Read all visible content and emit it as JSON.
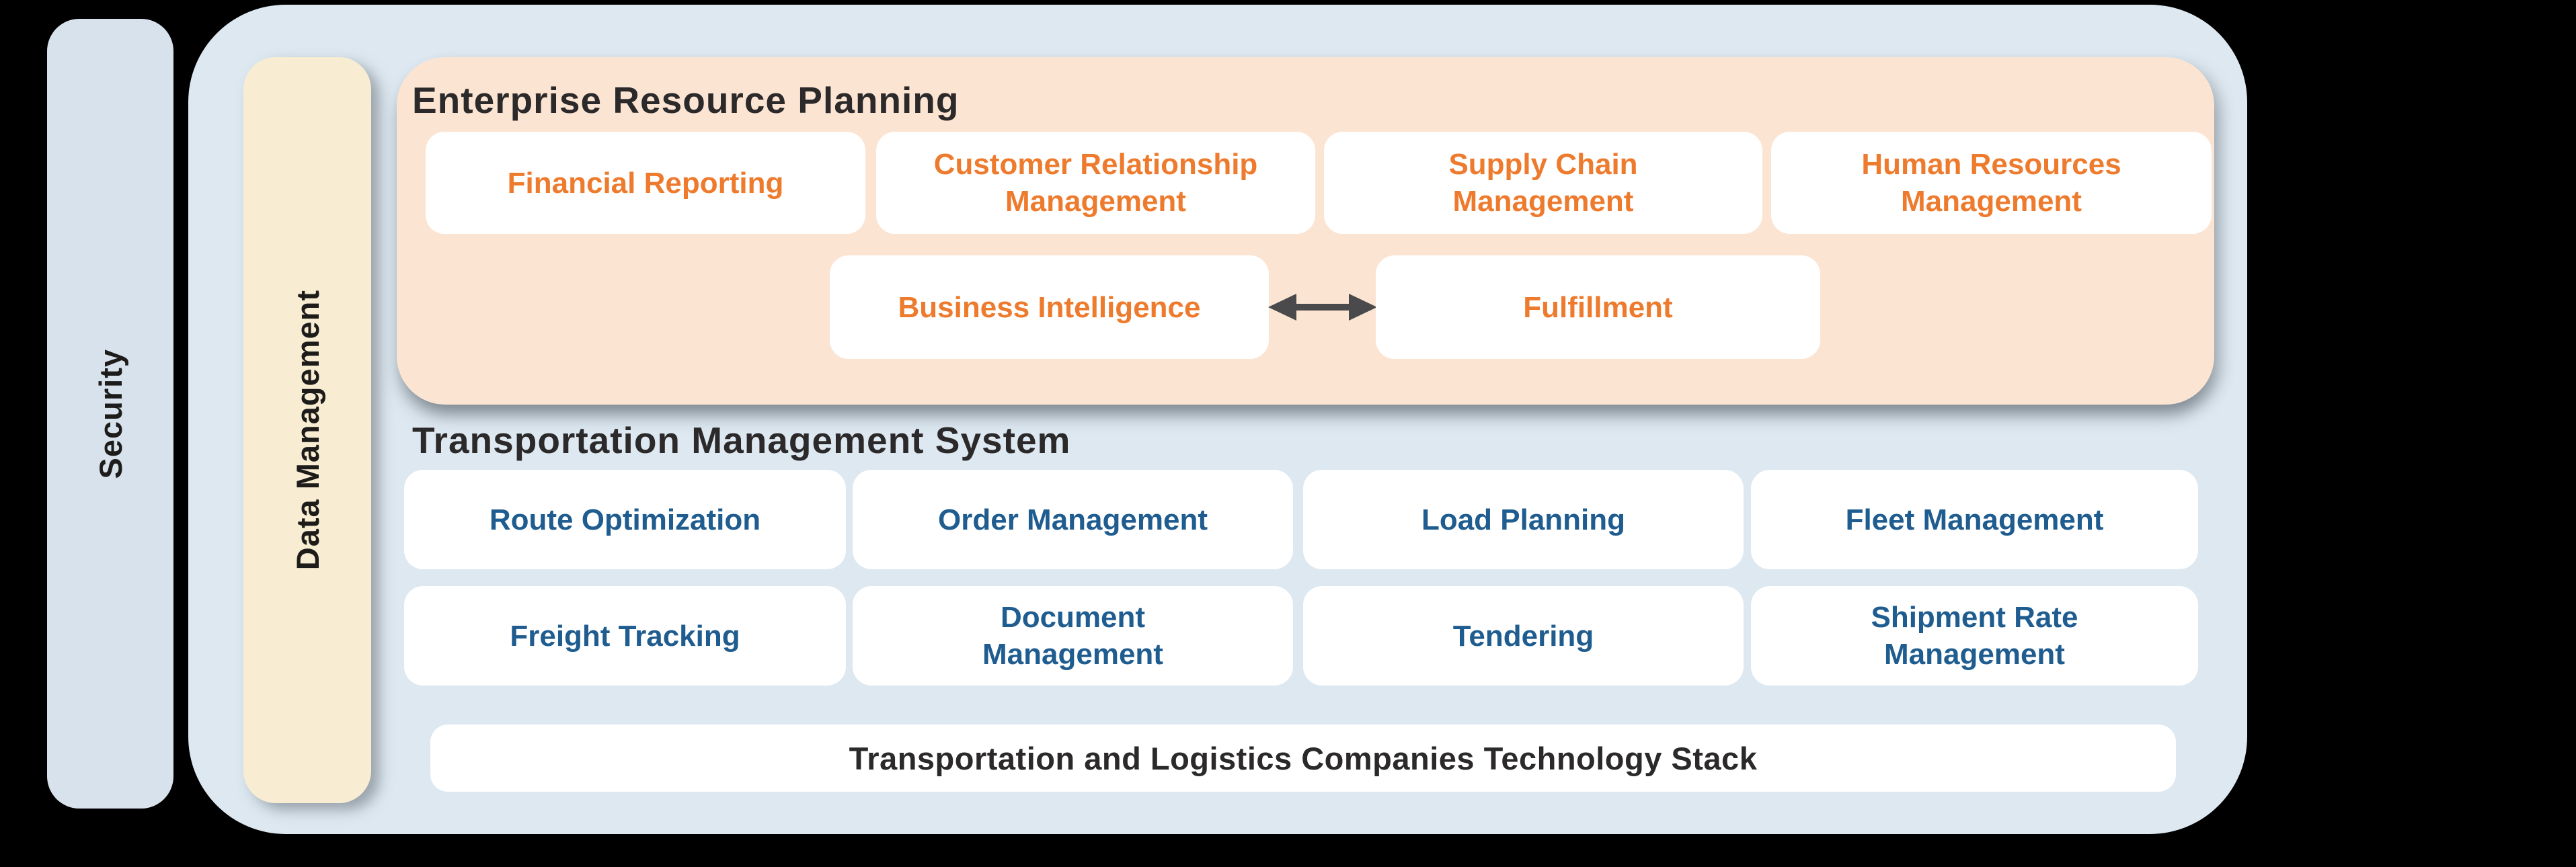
{
  "diagram_title": "Transportation and Logistics Companies Technology Stack",
  "security": {
    "label": "Security"
  },
  "data_management": {
    "label": "Data Management"
  },
  "erp": {
    "title": "Enterprise Resource Planning",
    "row1": [
      {
        "label": "Financial Reporting"
      },
      {
        "label": "Customer Relationship Management"
      },
      {
        "label": "Supply Chain Management"
      },
      {
        "label": "Human Resources Management"
      }
    ],
    "row2": [
      {
        "label": "Business Intelligence"
      },
      {
        "label": "Fulfillment"
      }
    ],
    "connector": "bidirectional-arrow between Business Intelligence and Fulfillment"
  },
  "tms": {
    "title": "Transportation Management System",
    "row1": [
      {
        "label": "Route Optimization"
      },
      {
        "label": "Order Management"
      },
      {
        "label": "Load Planning"
      },
      {
        "label": "Fleet Management"
      }
    ],
    "row2": [
      {
        "label": "Freight Tracking"
      },
      {
        "label": "Document Management"
      },
      {
        "label": "Tendering"
      },
      {
        "label": "Shipment Rate Management"
      }
    ]
  },
  "footer": {
    "label": "Transportation and Logistics Companies Technology Stack"
  },
  "colors": {
    "background": "#000000",
    "container_blue": "#dde8f1",
    "security_blue": "#d8e2ec",
    "data_management_cream": "#f8edd2",
    "erp_peach": "#fce4d3",
    "node_white": "#ffffff",
    "erp_text_orange": "#ee7b2d",
    "tms_text_blue": "#1f5c8f",
    "title_dark": "#2b2929",
    "arrow_gray": "#4a4a4c"
  }
}
